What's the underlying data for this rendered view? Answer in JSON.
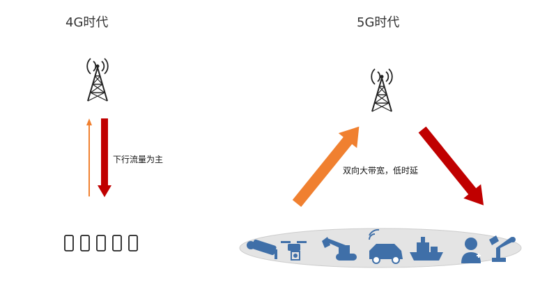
{
  "left_panel": {
    "title": "4G时代",
    "flow_label": "下行流量为主",
    "devices": [
      "phone-icon",
      "phone-icon",
      "phone-icon",
      "phone-icon",
      "phone-icon"
    ]
  },
  "right_panel": {
    "title": "5G时代",
    "flow_label": "双向大带宽，低时延",
    "devices": [
      "cctv-camera-icon",
      "drone-icon",
      "excavator-icon",
      "connected-car-icon",
      "ship-icon",
      "doctor-icon",
      "robot-arm-icon"
    ]
  },
  "colors": {
    "uplink": "#F08030",
    "downlink": "#C00000",
    "device_icon": "#3F6FA8",
    "device_tray": "#E2E2E2"
  }
}
